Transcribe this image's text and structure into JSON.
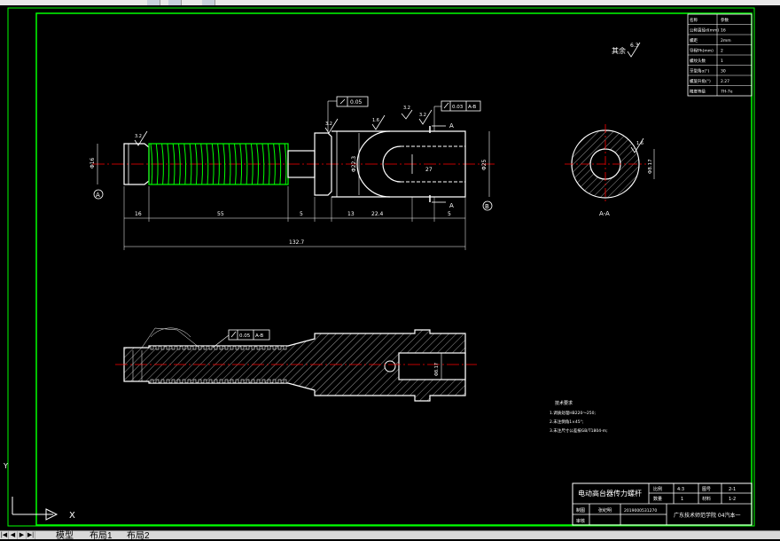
{
  "toolbar": {
    "buttons": [
      "layer-button",
      "properties-button",
      "match-button"
    ]
  },
  "drawing": {
    "annotation_top_right": "其余",
    "roughness_other": "6.3",
    "roughness_marks": [
      "3.2",
      "3.2",
      "1.6",
      "3.2",
      "3.2"
    ],
    "tolerance_flatness": "0.05",
    "tolerance_runout_top": "0.03",
    "tolerance_runout_datum_top": "A-B",
    "tolerance_runout_bottom": "0.05",
    "tolerance_runout_datum_bottom": "A-B",
    "datum_left": "A",
    "datum_right": "B",
    "section_arrow_label": "A",
    "section_label": "A-A",
    "dims_bottom": [
      "16",
      "55",
      "5",
      "13",
      "22.4",
      "5"
    ],
    "overall_length": "132.7",
    "dim_left_dia": "Φ16",
    "dim_right_dia": "Φ25",
    "dim_mid_dia": "Φ22.3",
    "dim_hole": "27",
    "section_dim_dia": "Φ8.17",
    "section_roughness": "1.6",
    "notes_title": "技术要求",
    "notes": [
      "1.调质处理HB220～250;",
      "2.未注倒角1×45°;",
      "3.未注尺寸公差按GB/T1804-m;"
    ]
  },
  "param_table": {
    "rows": [
      [
        "名称",
        "参数"
      ],
      [
        "公称直径d(mm)",
        "16"
      ],
      [
        "螺距",
        "2mm"
      ],
      [
        "导程Ph(mm)",
        "2"
      ],
      [
        "螺纹头数",
        "1"
      ],
      [
        "牙型角α(°)",
        "30"
      ],
      [
        "螺旋升角(°)",
        "2.27"
      ],
      [
        "精度等级",
        "7H-7e"
      ]
    ]
  },
  "title_block": {
    "part_name": "电动高台器传力螺杆",
    "label_scale": "比例",
    "value_scale": "4:3",
    "label_qty": "数量",
    "value_qty": "1",
    "label_sheet": "图号",
    "value_sheet": "2-1",
    "label_mat": "材料",
    "value_mat": "1-2",
    "label_designer": "制图",
    "value_designer": "张纪明",
    "value_student_id": "2019000531270",
    "label_checker": "审核",
    "school": "广东技术师范学院 04汽本一"
  },
  "ucs": {
    "x": "X",
    "y": "Y"
  },
  "tabs": [
    "模型",
    "布局1",
    "布局2"
  ],
  "nav_glyphs": [
    "|◀",
    "◀",
    "▶",
    "▶|"
  ],
  "colors": {
    "background": "#000000",
    "frame": "#00ff00",
    "outline": "#ffffff",
    "thread": "#00ff00",
    "centerline": "#ff0000",
    "hatch": "#ffffff"
  }
}
